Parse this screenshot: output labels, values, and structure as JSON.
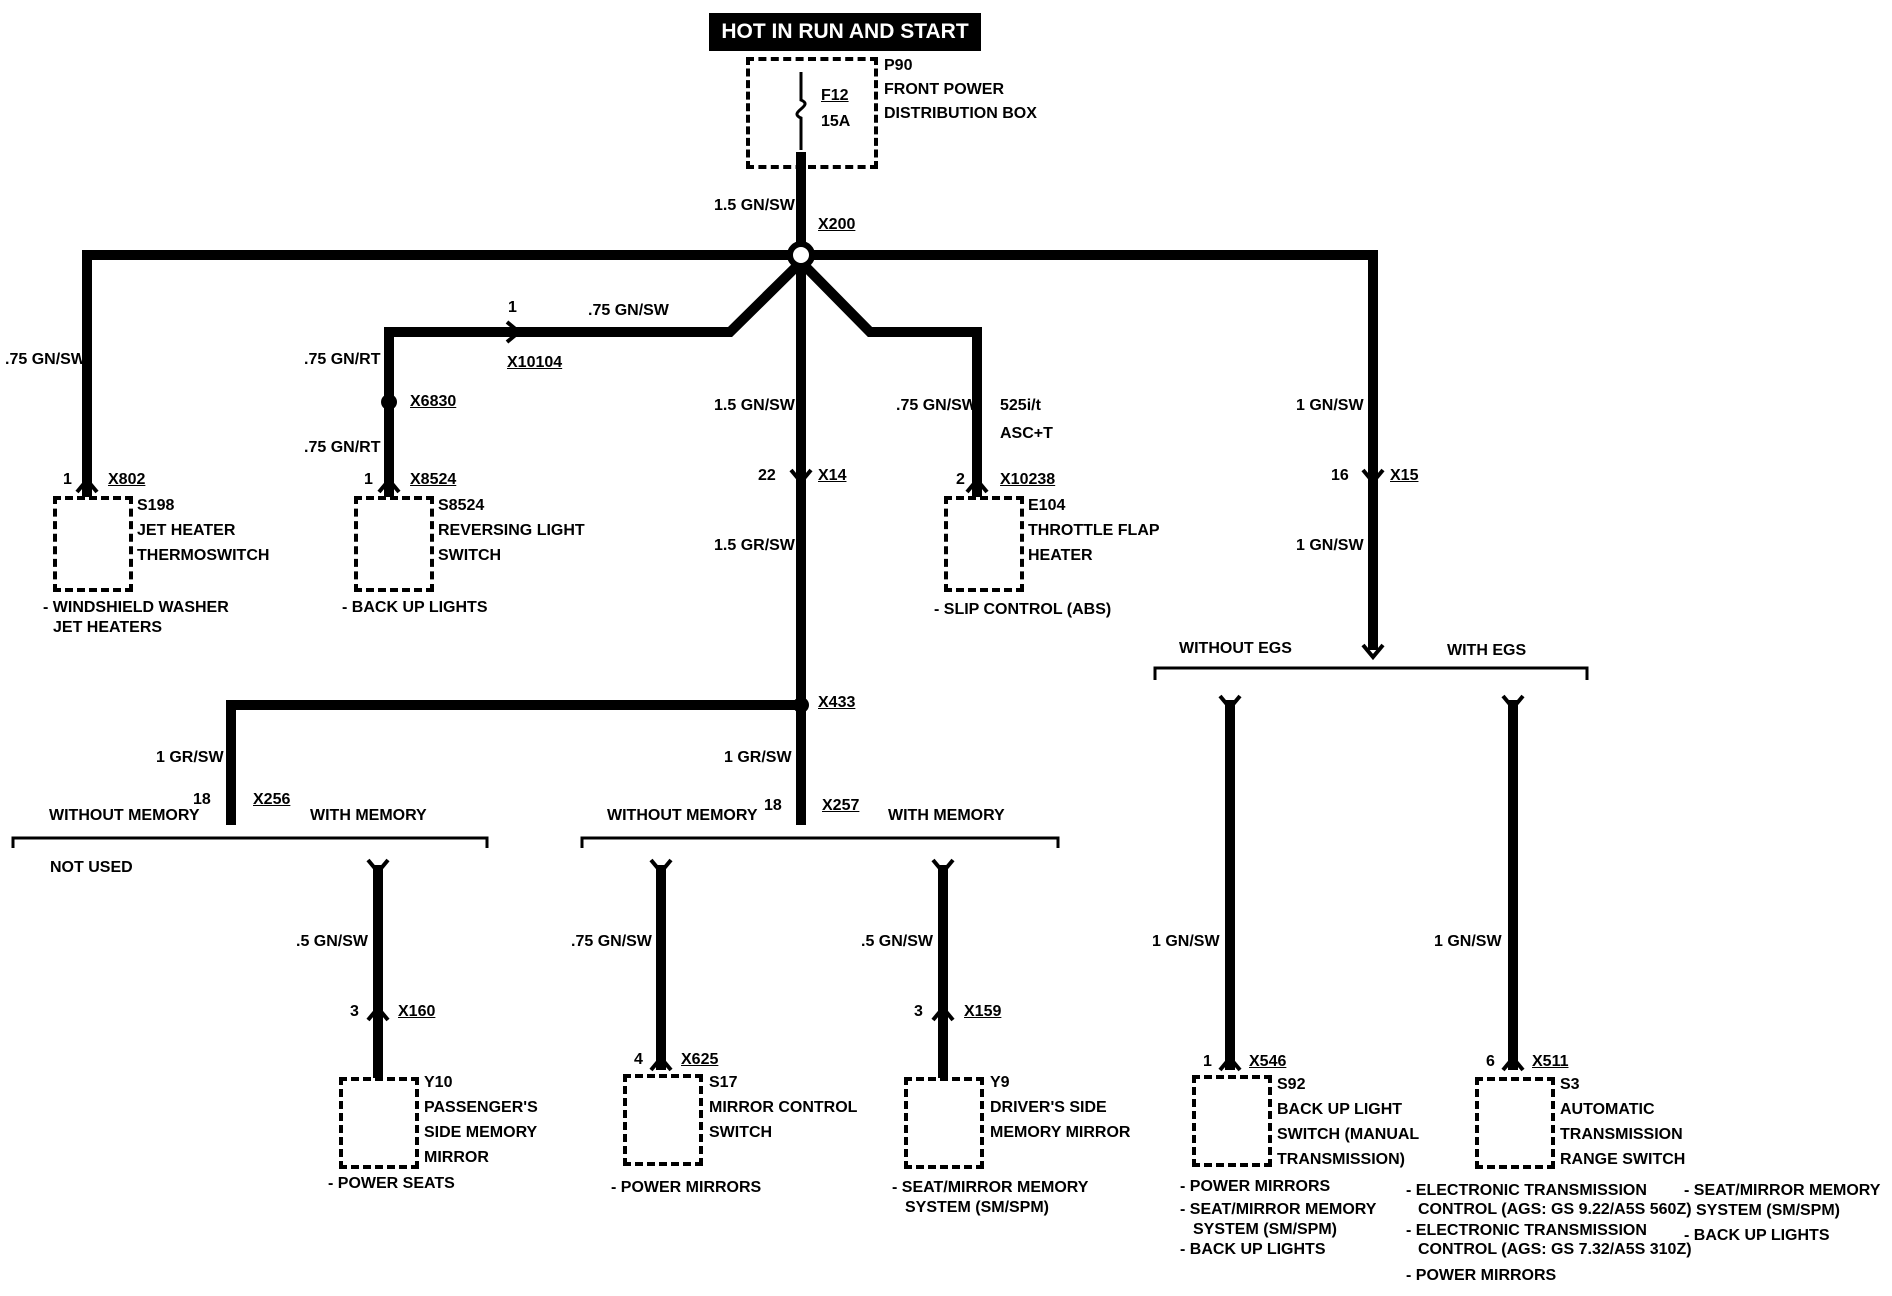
{
  "header": {
    "title": "HOT IN RUN AND START"
  },
  "fuse_box": {
    "id": "P90",
    "name_line1": "FRONT POWER",
    "name_line2": "DISTRIBUTION BOX",
    "fuse_id": "F12",
    "fuse_rating": "15A"
  },
  "splices": {
    "x200": "X200",
    "x433": "X433"
  },
  "wires": {
    "main": "1.5 GN/SW",
    "left_jet": ".75 GN/SW",
    "to_x10104": ".75 GN/SW",
    "gnrt_upper": ".75 GN/RT",
    "gnrt_lower": ".75 GN/RT",
    "center_upper": "1.5 GN/SW",
    "center_lower": "1.5 GR/SW",
    "throttle": ".75 GN/SW",
    "throttle_note1": "525i/t",
    "throttle_note2": "ASC+T",
    "right_upper": "1 GN/SW",
    "right_lower": "1 GN/SW",
    "x256_branch": "1 GR/SW",
    "x257_branch": "1 GR/SW",
    "y10_wire": ".5 GN/SW",
    "s17_wire": ".75 GN/SW",
    "y9_wire": ".5 GN/SW",
    "s92_wire": "1 GN/SW",
    "s3_wire": "1 GN/SW"
  },
  "connectors": {
    "x802": {
      "id": "X802",
      "pin": "1"
    },
    "x10104": {
      "id": "X10104",
      "pin": "1"
    },
    "x6830": {
      "id": "X6830"
    },
    "x8524": {
      "id": "X8524",
      "pin": "1"
    },
    "x14": {
      "id": "X14",
      "pin": "22"
    },
    "x10238": {
      "id": "X10238",
      "pin": "2"
    },
    "x15": {
      "id": "X15",
      "pin": "16"
    },
    "x256": {
      "id": "X256",
      "pin": "18"
    },
    "x257": {
      "id": "X257",
      "pin": "18"
    },
    "x160": {
      "id": "X160",
      "pin": "3"
    },
    "x625": {
      "id": "X625",
      "pin": "4"
    },
    "x159": {
      "id": "X159",
      "pin": "3"
    },
    "x546": {
      "id": "X546",
      "pin": "1"
    },
    "x511": {
      "id": "X511",
      "pin": "6"
    }
  },
  "options": {
    "without_memory": "WITHOUT MEMORY",
    "with_memory": "WITH MEMORY",
    "without_memory_2": "WITHOUT MEMORY",
    "with_memory_2": "WITH MEMORY",
    "not_used": "NOT USED",
    "without_egs": "WITHOUT EGS",
    "with_egs": "WITH EGS"
  },
  "components": {
    "s198": {
      "id": "S198",
      "line1": "JET HEATER",
      "line2": "THERMOSWITCH",
      "notes": [
        "- WINDSHIELD WASHER",
        "JET HEATERS"
      ]
    },
    "s8524": {
      "id": "S8524",
      "line1": "REVERSING LIGHT",
      "line2": "SWITCH",
      "notes": [
        "- BACK UP LIGHTS"
      ]
    },
    "e104": {
      "id": "E104",
      "line1": "THROTTLE FLAP",
      "line2": "HEATER",
      "notes": [
        "- SLIP CONTROL (ABS)"
      ]
    },
    "y10": {
      "id": "Y10",
      "line1": "PASSENGER'S",
      "line2": "SIDE MEMORY",
      "line3": "MIRROR",
      "notes": [
        "- POWER SEATS"
      ]
    },
    "s17": {
      "id": "S17",
      "line1": "MIRROR CONTROL",
      "line2": "SWITCH",
      "notes": [
        "- POWER MIRRORS"
      ]
    },
    "y9": {
      "id": "Y9",
      "line1": "DRIVER'S SIDE",
      "line2": "MEMORY MIRROR",
      "notes": [
        "- SEAT/MIRROR MEMORY",
        "SYSTEM (SM/SPM)"
      ]
    },
    "s92": {
      "id": "S92",
      "line1": "BACK UP LIGHT",
      "line2": "SWITCH (MANUAL",
      "line3": "TRANSMISSION)",
      "notes": [
        "- POWER MIRRORS",
        "- SEAT/MIRROR MEMORY",
        "SYSTEM (SM/SPM)",
        "- BACK UP LIGHTS"
      ]
    },
    "s3": {
      "id": "S3",
      "line1": "AUTOMATIC",
      "line2": "TRANSMISSION",
      "line3": "RANGE SWITCH",
      "notes": [
        "- ELECTRONIC TRANSMISSION",
        "CONTROL (AGS: GS 9.22/A5S 560Z)",
        "- ELECTRONIC TRANSMISSION",
        "CONTROL (AGS: GS 7.32/A5S 310Z)",
        "- POWER MIRRORS"
      ],
      "notes_right": [
        "- SEAT/MIRROR MEMORY",
        "SYSTEM (SM/SPM)",
        "- BACK UP LIGHTS"
      ]
    }
  }
}
